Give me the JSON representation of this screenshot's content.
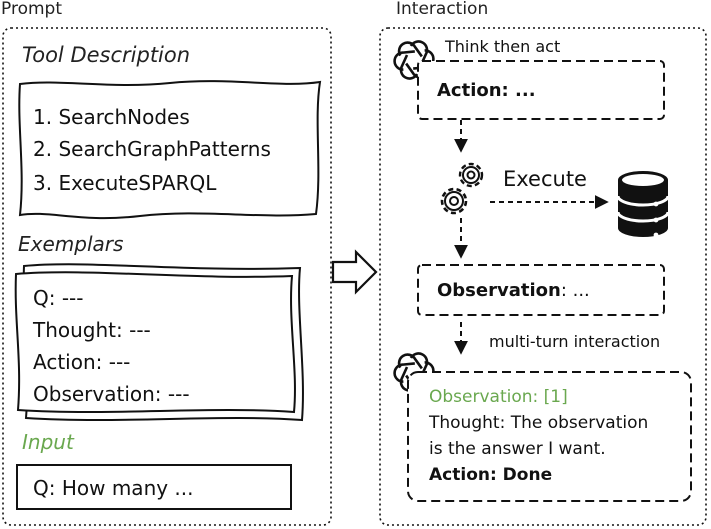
{
  "prompt": {
    "header": "Prompt",
    "tool_description_title": "Tool Description",
    "tools": [
      "1. SearchNodes",
      "2. SearchGraphPatterns",
      "3. ExecuteSPARQL"
    ],
    "exemplars_title": "Exemplars",
    "exemplars": [
      "Q: ---",
      "Thought: ---",
      "Action: ---",
      "Observation: ---"
    ],
    "input_title": "Input",
    "input_text": "Q: How many ..."
  },
  "interaction": {
    "header": "Interaction",
    "think_label": "Think then act",
    "action_text": "Action: ...",
    "execute_label": "Execute",
    "observation_bold": "Observation",
    "observation_rest": ": ...",
    "multi_turn_label": "multi-turn interaction",
    "final": {
      "observation": "Observation: [1]",
      "thought_line1": "Thought: The observation",
      "thought_line2": "is the answer I want.",
      "action": "Action: Done"
    }
  },
  "colors": {
    "input_accent": "#6aa84f",
    "text": "#111111",
    "border": "#111111"
  },
  "icons": [
    "openai-logo-icon",
    "gear-icon",
    "database-icon",
    "hollow-arrow-icon"
  ]
}
